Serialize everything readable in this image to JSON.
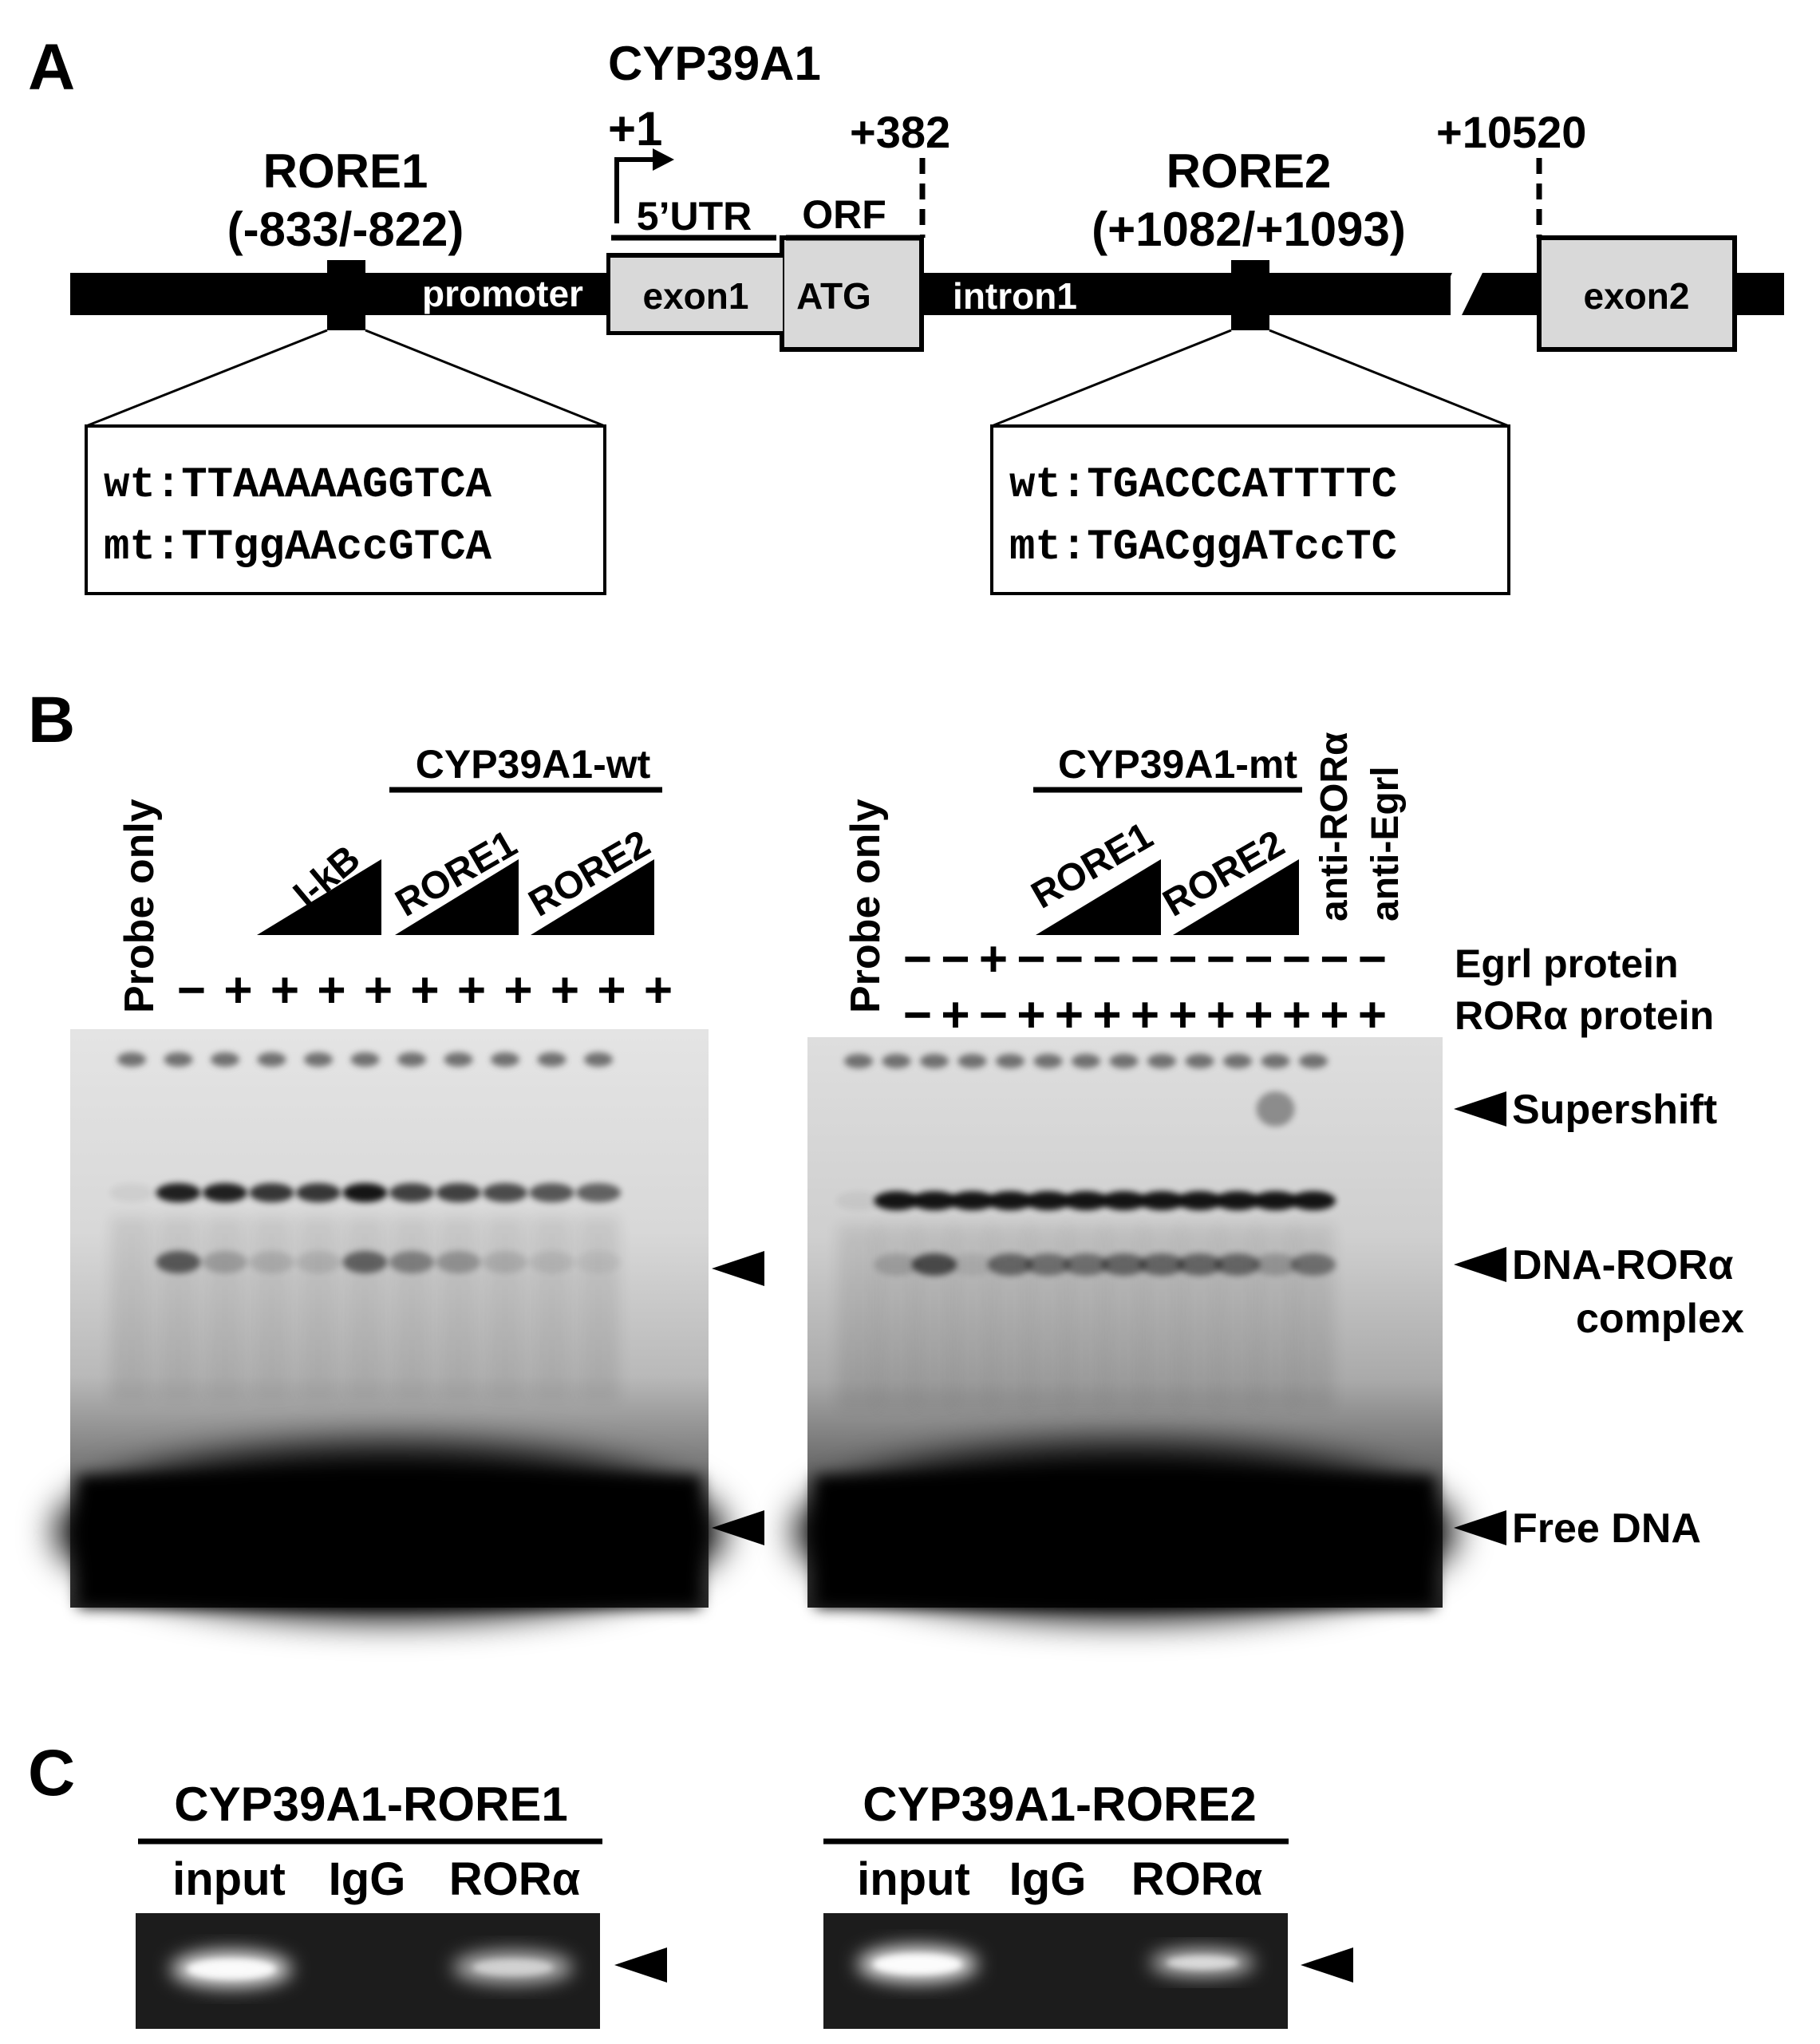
{
  "panels": {
    "a": {
      "letter": "A",
      "gene": "CYP39A1",
      "tss": "+1",
      "orf_end": "+382",
      "exon2_start": "+10520",
      "rore1": {
        "name": "RORE1",
        "position": "(-833/-822)",
        "wt": "wt:TTAAAAAGGTCA",
        "mt": "mt:TTggAAccGTCA"
      },
      "rore2": {
        "name": "RORE2",
        "position": "(+1082/+1093)",
        "wt": "wt:TGACCCATTTTC",
        "mt": "mt:TGACggATccTC"
      },
      "labels": {
        "promoter": "promoter",
        "exon1": "exon1",
        "atg": "ATG",
        "intron1": "intron1",
        "exon2": "exon2",
        "utr": "5’UTR",
        "orf": "ORF"
      }
    },
    "b": {
      "letter": "B",
      "left": {
        "probe_only": "Probe only",
        "group_label": "CYP39A1-wt",
        "competitors": [
          "I-kB",
          "RORE1",
          "RORE2"
        ],
        "signs": [
          "−",
          "+",
          "+",
          "+",
          "+",
          "+",
          "+",
          "+",
          "+",
          "+",
          "+"
        ]
      },
      "right": {
        "probe_only": "Probe only",
        "group_label": "CYP39A1-mt",
        "competitors": [
          "RORE1",
          "RORE2"
        ],
        "antibodies": [
          "anti-RORα",
          "anti-Egrl"
        ],
        "egrl_signs": [
          "−",
          "−",
          "+",
          "−",
          "−",
          "−",
          "−",
          "−",
          "−",
          "−",
          "−",
          "−",
          "−"
        ],
        "rora_signs": [
          "−",
          "+",
          "−",
          "+",
          "+",
          "+",
          "+",
          "+",
          "+",
          "+",
          "+",
          "+",
          "+"
        ]
      },
      "row_labels": {
        "egrl": "Egrl protein",
        "rora": "RORα protein"
      },
      "markers": {
        "supershift": "Supershift",
        "complex_line1": "DNA-RORα",
        "complex_line2": "complex",
        "free": "Free DNA"
      }
    },
    "c": {
      "letter": "C",
      "left": {
        "title": "CYP39A1-RORE1",
        "lanes": [
          "input",
          "IgG",
          "RORα"
        ]
      },
      "right": {
        "title": "CYP39A1-RORE2",
        "lanes": [
          "input",
          "IgG",
          "RORα"
        ]
      }
    }
  }
}
